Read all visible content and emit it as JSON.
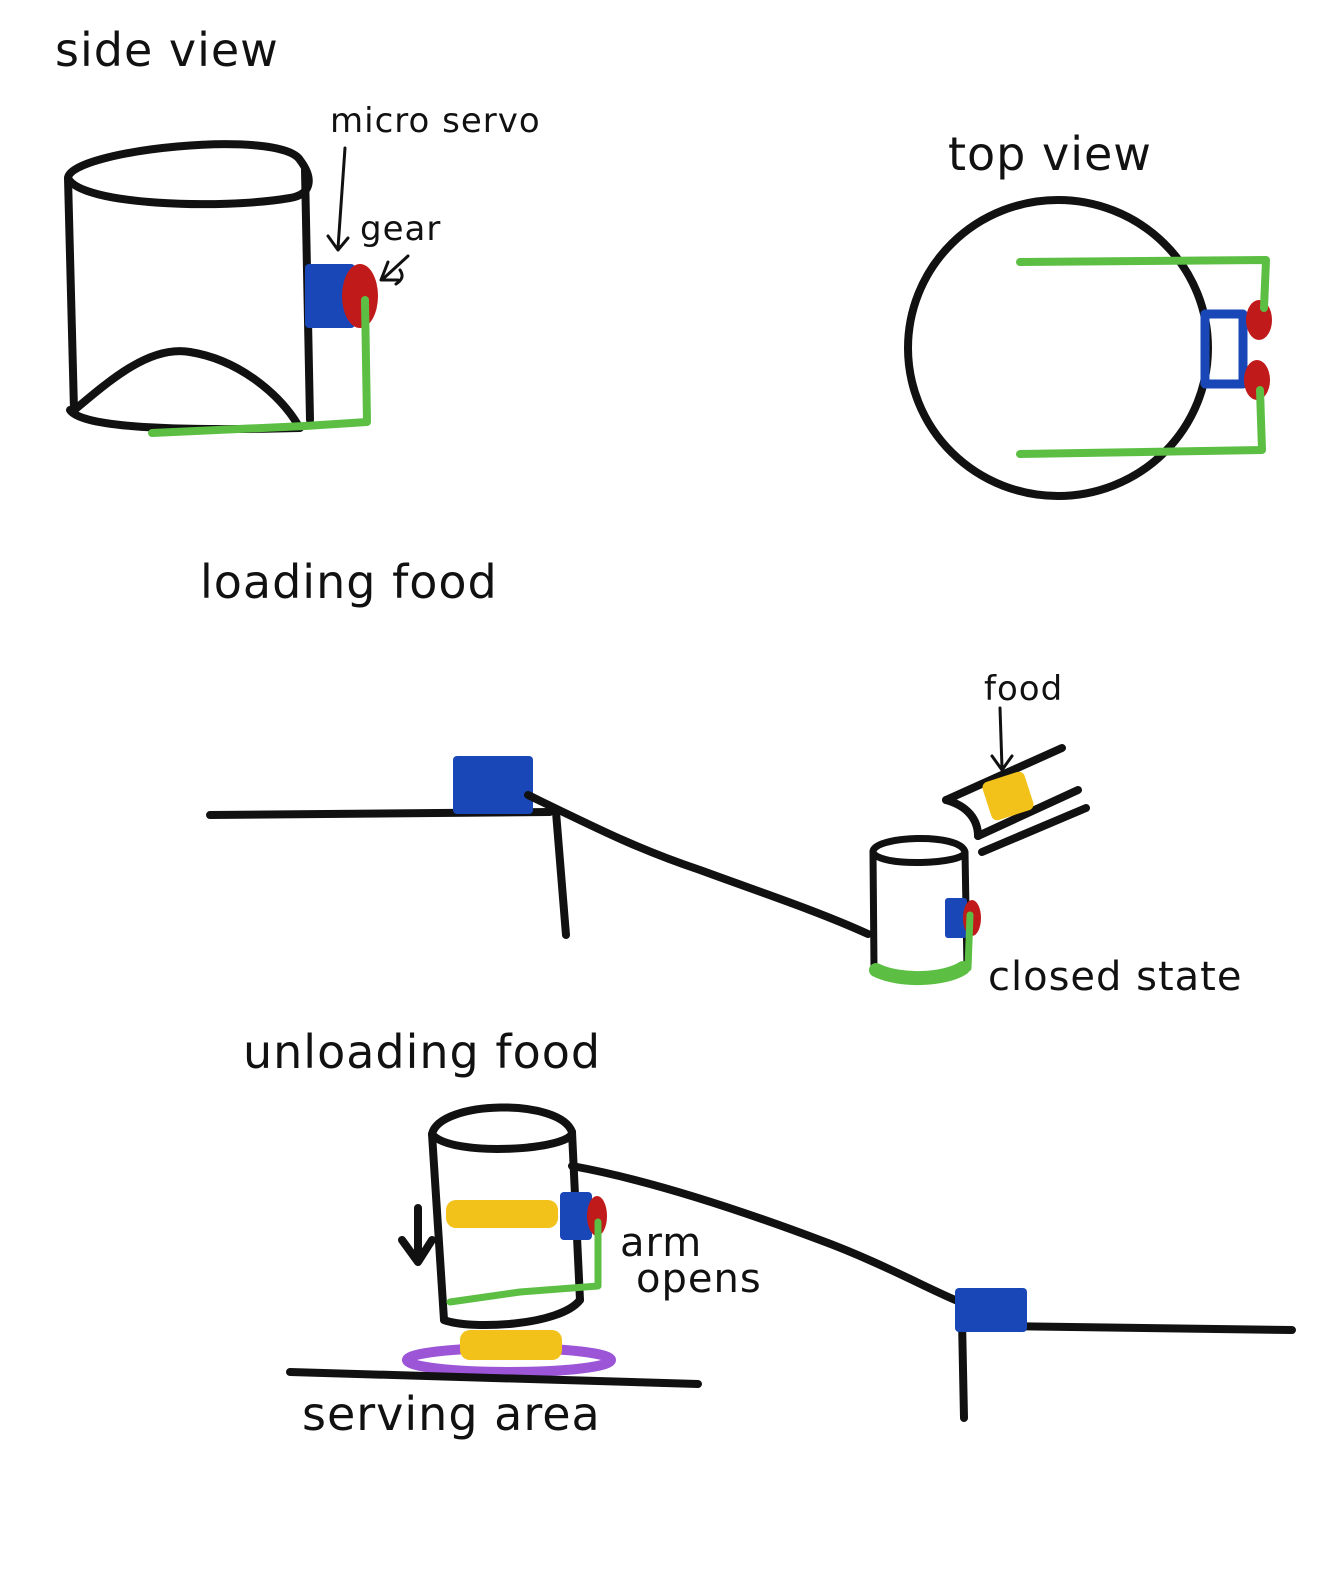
{
  "labels": {
    "side_view": "side view",
    "micro_servo": "micro servo",
    "gear": "gear",
    "top_view": "top view",
    "loading_food": "loading food",
    "food": "food",
    "closed_state": "closed state",
    "unloading_food": "unloading food",
    "arm_opens_line1": "arm",
    "arm_opens_line2": "opens",
    "serving_area": "serving area"
  },
  "colors": {
    "ink": "#111111",
    "servo": "#1947b8",
    "gear": "#c01a1a",
    "arm": "#5cbf44",
    "food": "#f2c21b",
    "plate": "#9b55d6"
  }
}
